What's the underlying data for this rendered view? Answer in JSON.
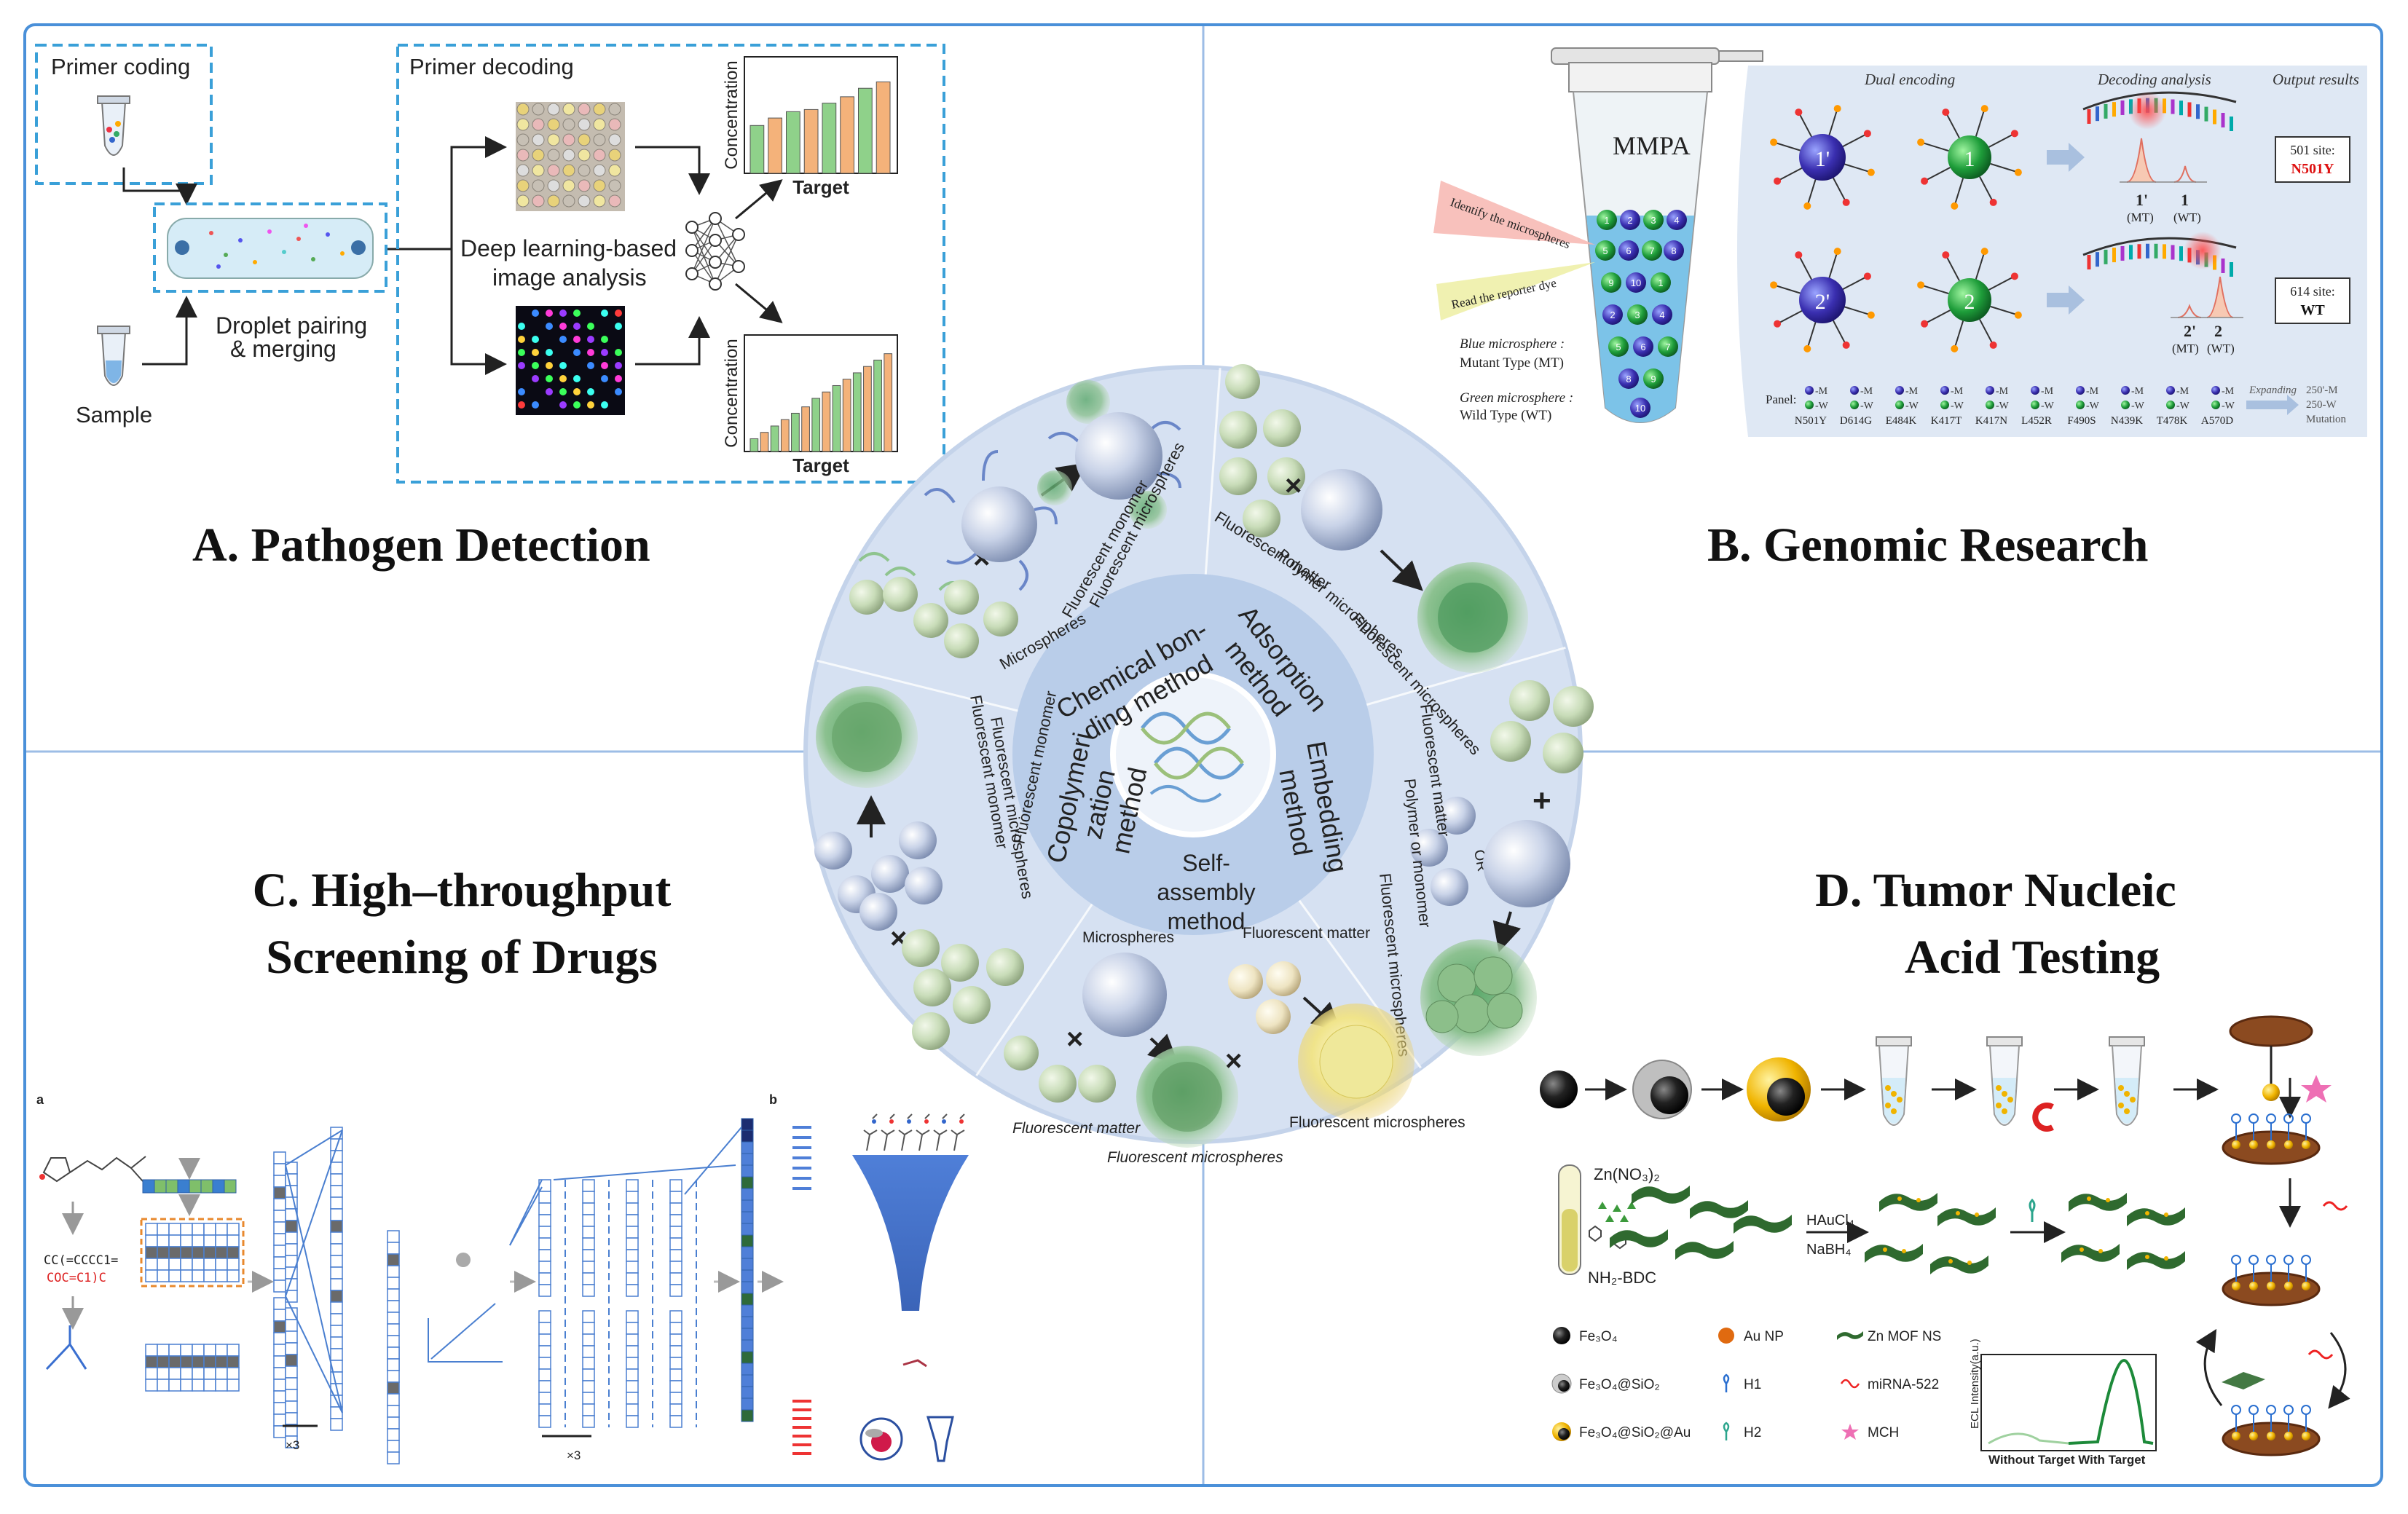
{
  "quadrants": {
    "a": {
      "title": "A. Pathogen Detection"
    },
    "b": {
      "title": "B. Genomic Research"
    },
    "c": {
      "title_line1": "C. High–throughput",
      "title_line2": "Screening of Drugs"
    },
    "d": {
      "title_line1": "D. Tumor Nucleic",
      "title_line2": "Acid Testing"
    }
  },
  "panel_a": {
    "primer_coding": "Primer coding",
    "primer_decoding": "Primer decoding",
    "sample": "Sample",
    "droplet_line1": "Droplet pairing",
    "droplet_line2": "& merging",
    "dl_line1": "Deep learning-based",
    "dl_line2": "image analysis",
    "ylabel": "Concentration",
    "xlabel": "Target"
  },
  "panel_b": {
    "tube_label": "MMPA",
    "dual_encoding": "Dual encoding",
    "decoding_analysis": "Decoding analysis",
    "output_results": "Output results",
    "identify": "Identify the microspheres",
    "read": "Read the reporter dye",
    "blue_line1": "Blue microsphere :",
    "blue_line2": "Mutant Type (MT)",
    "green_line1": "Green microsphere :",
    "green_line2": "Wild Type (WT)",
    "sphere_1p": "1'",
    "sphere_1": "1",
    "sphere_2p": "2'",
    "sphere_2": "2",
    "peak_1p": "1'",
    "peak_1": "1",
    "peak_2p": "2'",
    "peak_2": "2",
    "mt": "(MT)",
    "wt": "(WT)",
    "site1": "501 site:",
    "site1_val": "N501Y",
    "site2": "614 site:",
    "site2_val": "WT",
    "panel_label": "Panel:",
    "panel_items": [
      "N501Y",
      "D614G",
      "E484K",
      "K417T",
      "K417N",
      "L452R",
      "F490S",
      "N439K",
      "T478K",
      "A570D"
    ],
    "marker_m": "-M",
    "marker_w": "-W",
    "expanding": "Expanding",
    "exp_m": "250'-M",
    "exp_w": "250-W",
    "mutation": "Mutation",
    "tube_numbers": [
      "1",
      "2",
      "3",
      "4",
      "5",
      "6",
      "7",
      "8",
      "9",
      "10"
    ]
  },
  "wheel": {
    "center_methods": {
      "chemical": [
        "Chemical bon-",
        "ding method"
      ],
      "adsorption": [
        "Adsorption",
        "method"
      ],
      "embedding": [
        "Embedding",
        "method"
      ],
      "selfassembly": [
        "Self-",
        "assembly",
        "method"
      ],
      "copolymer": [
        "Copolymeri",
        "zation",
        "method"
      ]
    },
    "labels": {
      "microspheres": "Microspheres",
      "fluorescent_monomer": "Fluorescent monomer",
      "fluorescent_microspheres": "Fluorescent microspheres",
      "fluorescent_matter": "Fluorescent matter",
      "polymer_microspheres": "Polymer microspheres",
      "polymer_or_monomer": "Polymer or monomer",
      "or": "OR",
      "fluorescent_microspheres_2": "Fluorescent microspheres",
      "fluorescent_matter_2": "Fluorescent matter",
      "fluorescent_monomer_2": "Fluorescent monomer",
      "fluorescent_microspheres_3": "Fluorescent microspheres",
      "fluorescent_monomer_3": "Fluorescent monomer",
      "fluorescent_matter_b": "Fluorescent matter",
      "fluorescent_microspheres_b": "Fluorescent microspheres",
      "microspheres_b": "Microspheres",
      "fluorescent_matter_c": "Fluorescent matter",
      "fluorescent_microspheres_c": "Fluorescent microspheres"
    }
  },
  "panel_c": {
    "label_a": "a",
    "label_b": "b",
    "smiles_1": "CC(=CCCC1=",
    "smiles_2": "COC=C1)C",
    "x3_1": "×3",
    "x3_2": "×3"
  },
  "panel_d": {
    "zn": "Zn(NO₃)₂",
    "nh2": "NH₂-BDC",
    "haucl": "HAuCl₄",
    "nabh": "NaBH₄",
    "legend": [
      {
        "label": "Fe₃O₄",
        "icon": "black-sphere-icon"
      },
      {
        "label": "Au NP",
        "icon": "gold-sphere-icon"
      },
      {
        "label": "Zn MOF NS",
        "icon": "mof-sheet-icon"
      },
      {
        "label": "Fe₃O₄@SiO₂",
        "icon": "coated-sphere-icon"
      },
      {
        "label": "H1",
        "icon": "hairpin-blue-icon"
      },
      {
        "label": "miRNA-522",
        "icon": "mirna-icon"
      },
      {
        "label": "Fe₃O₄@SiO₂@Au",
        "icon": "gold-coated-sphere-icon"
      },
      {
        "label": "H2",
        "icon": "hairpin-green-icon"
      },
      {
        "label": "MCH",
        "icon": "star-icon"
      }
    ],
    "ecl_ylabel": "ECL Intensity(a.u.)",
    "ecl_xlabel": "Without Target With Target"
  },
  "colors": {
    "frame": "#4a90d9",
    "dash": "#3aa0d8",
    "wheel_outer": "#c9d7ee",
    "wheel_inner": "#a9c2e6",
    "title": "#111111",
    "bar_green": "#8fd18a",
    "bar_orange": "#f4b27a",
    "cnn_blue": "#4a7fd0"
  }
}
